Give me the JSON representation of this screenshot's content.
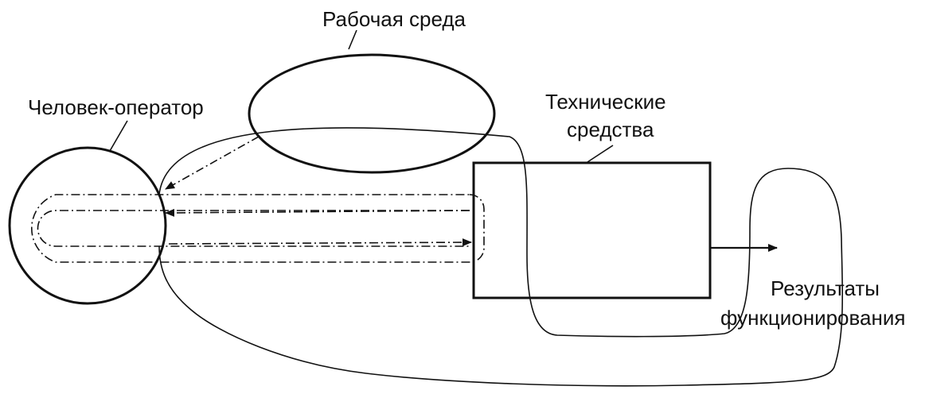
{
  "labels": {
    "work_env": "Рабочая среда",
    "operator": "Человек-оператор",
    "tech_line1": "Технические",
    "tech_line2": "средства",
    "result_line1": "Результаты",
    "result_line2": "функционирования"
  },
  "colors": {
    "ink": "#111111",
    "background": "#ffffff"
  }
}
